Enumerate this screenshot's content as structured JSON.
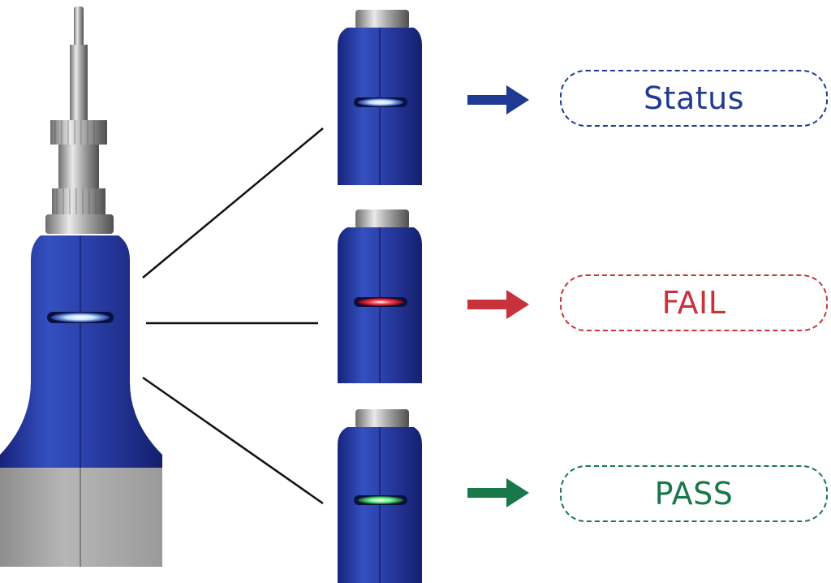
{
  "colors": {
    "status": "#1f3a93",
    "fail": "#c8323a",
    "pass": "#18784a",
    "tool_blue": "#2a3fa8",
    "tool_blue_dark": "#16237a",
    "metal": "#b9b9b9",
    "base_gray": "#a4a4a4"
  },
  "icons": {
    "status_arrow": "arrow-right-icon",
    "fail_arrow": "arrow-right-icon",
    "pass_arrow": "arrow-right-icon"
  },
  "indicators": [
    {
      "label": "Status",
      "led_color": "#bfe0ff"
    },
    {
      "label": "FAIL",
      "led_color": "#ff4455"
    },
    {
      "label": "PASS",
      "led_color": "#7dff9a"
    }
  ]
}
